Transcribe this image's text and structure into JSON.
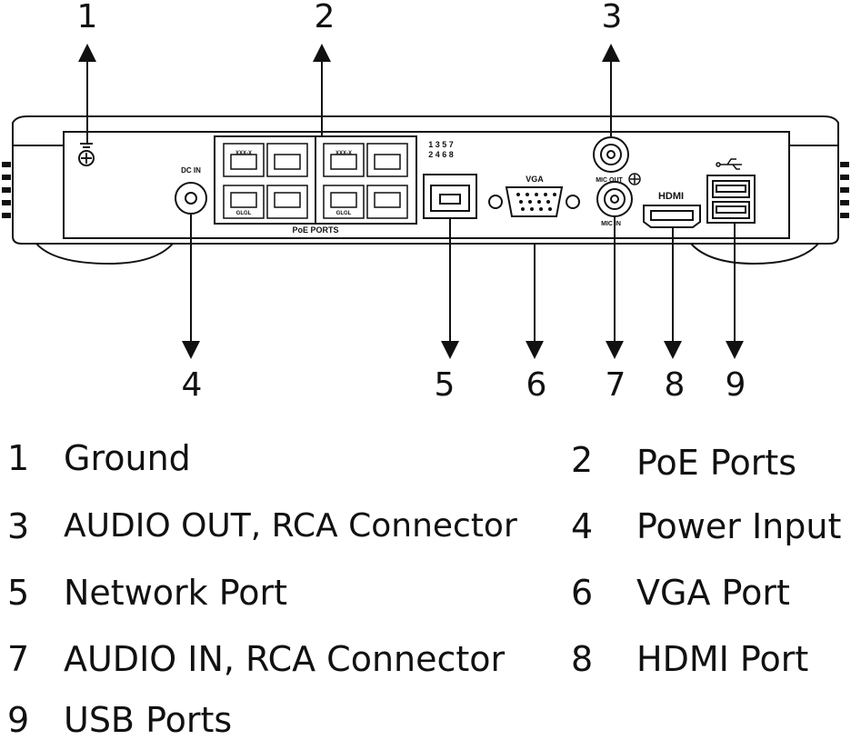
{
  "callouts": [
    "1",
    "2",
    "3",
    "4",
    "5",
    "6",
    "7",
    "8",
    "9"
  ],
  "panel_labels": {
    "dc_in": "DC IN",
    "poe_ports": "PoE PORTS",
    "port_code_top": "XXX-X",
    "port_code_bottom": "GLGL",
    "indicator_top": "1 3 5 7",
    "indicator_bottom": "2 4 6 8",
    "vga": "VGA",
    "mic_out": "MIC OUT",
    "mic_in": "MIC IN",
    "hdmi": "HDMI"
  },
  "legend": [
    {
      "num": "1",
      "text": "Ground"
    },
    {
      "num": "2",
      "text": "PoE Ports"
    },
    {
      "num": "3",
      "text": "AUDIO OUT, RCA Connector"
    },
    {
      "num": "4",
      "text": "Power Input"
    },
    {
      "num": "5",
      "text": "Network Port"
    },
    {
      "num": "6",
      "text": "VGA Port"
    },
    {
      "num": "7",
      "text": "AUDIO IN, RCA Connector"
    },
    {
      "num": "8",
      "text": "HDMI Port"
    },
    {
      "num": "9",
      "text": "USB Ports"
    }
  ]
}
